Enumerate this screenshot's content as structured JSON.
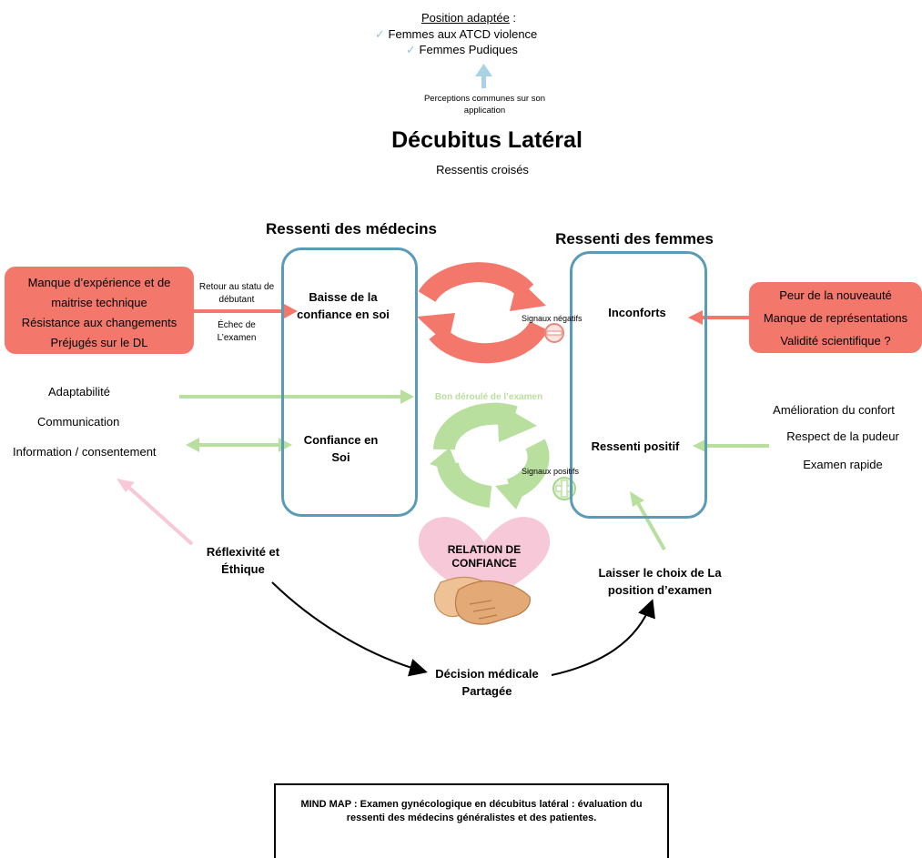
{
  "top": {
    "position_title": "Position adaptée",
    "position_suffix": " :",
    "check1": "Femmes aux ATCD violence",
    "check2": "Femmes Pudiques",
    "perceptions": "Perceptions communes sur son application",
    "main_title": "Décubitus Latéral",
    "subtitle": "Ressentis croisés"
  },
  "medecins": {
    "title": "Ressenti des médecins",
    "box_lines": [
      "Manque d’expérience et de",
      "maitrise technique",
      "Résistance aux changements",
      "Préjugés sur le DL"
    ],
    "retour": "Retour au statu de débutant",
    "echec": "Échec de L’examen",
    "baisse": "Baisse de la confiance en soi",
    "confiance": "Confiance en Soi",
    "left_items": [
      "Adaptabilité",
      "Communication",
      "Information / consentement"
    ],
    "reflexivite": "Réflexivité et Éthique"
  },
  "femmes": {
    "title": "Ressenti des femmes",
    "box_lines": [
      "Peur de la nouveauté",
      "Manque de représentations",
      "Validité scientifique ?"
    ],
    "inconforts": "Inconforts",
    "positif": "Ressenti positif",
    "right_items": [
      "Amélioration du confort",
      "Respect de la pudeur",
      "Examen rapide"
    ],
    "laisser": "Laisser le choix de La position d’examen"
  },
  "center": {
    "signaux_negatifs": "Signaux négatifs",
    "bon_deroule": "Bon déroulé de l’examen",
    "signaux_positifs": "Signaux positifs",
    "relation": "RELATION DE CONFIANCE",
    "decision": "Décision médicale Partagée"
  },
  "footer": {
    "caption": "MIND MAP : Examen gynécologique en décubitus latéral : évaluation du ressenti des médecins généralistes et des patientes."
  },
  "colors": {
    "red": "#f3776b",
    "green": "#b9df9f",
    "blue": "#5a9bb7",
    "pink": "#f7c8d8",
    "check": "#8ec9dc"
  }
}
